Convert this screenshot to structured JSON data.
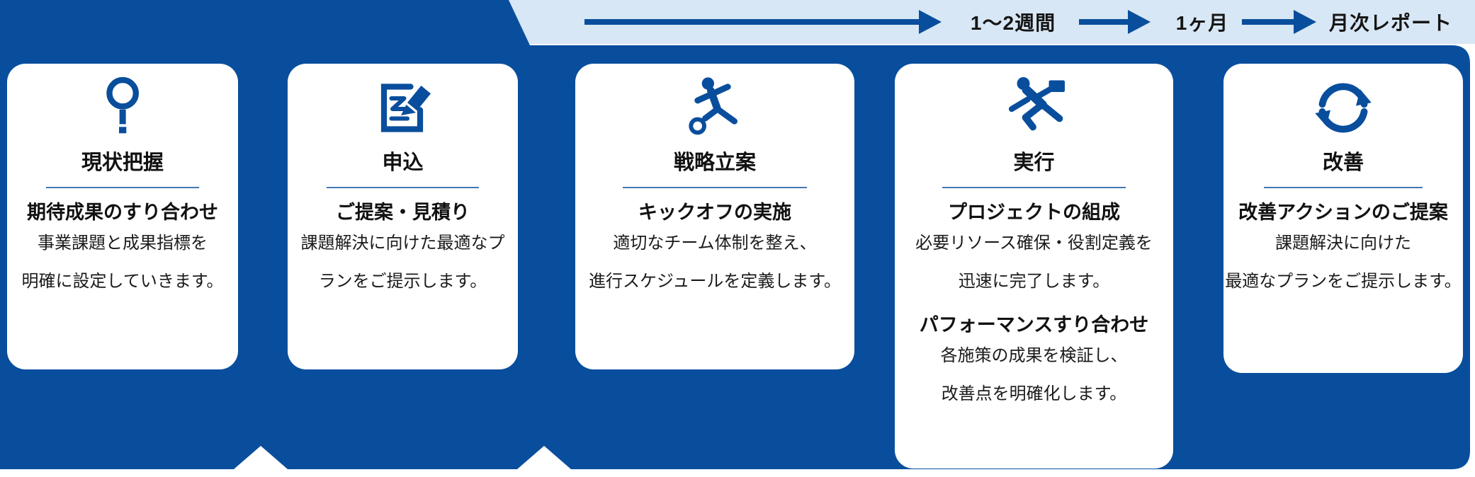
{
  "colors": {
    "primary": "#094e9d",
    "band": "#d8e7f5",
    "card_bg": "#ffffff",
    "divider": "#4377b5",
    "text": "#1b1b1b"
  },
  "timeline": {
    "labels": [
      "1〜2週間",
      "1ヶ月",
      "月次レポート"
    ]
  },
  "steps": [
    {
      "title": "現状把握",
      "icon": "magnifier-icon",
      "sections": [
        {
          "heading": "期待成果のすり合わせ",
          "lines": [
            "事業課題と成果指標を",
            "明確に設定していきます。"
          ]
        }
      ]
    },
    {
      "title": "申込",
      "icon": "edit-document-icon",
      "sections": [
        {
          "heading": "ご提案・見積り",
          "lines": [
            "課題解決に向けた最適なプ",
            "ランをご提示します。"
          ]
        }
      ]
    },
    {
      "title": "戦略立案",
      "icon": "soccer-player-icon",
      "sections": [
        {
          "heading": "キックオフの実施",
          "lines": [
            "適切なチーム体制を整え、",
            "進行スケジュールを定義します。"
          ]
        }
      ]
    },
    {
      "title": "実行",
      "icon": "running-businessman-icon",
      "sections": [
        {
          "heading": "プロジェクトの組成",
          "lines": [
            "必要リソース確保・役割定義を",
            "迅速に完了します。"
          ]
        },
        {
          "heading": "パフォーマンスすり合わせ",
          "lines": [
            "各施策の成果を検証し、",
            "改善点を明確化します。"
          ]
        }
      ]
    },
    {
      "title": "改善",
      "icon": "cycle-arrows-icon",
      "sections": [
        {
          "heading": "改善アクションのご提案",
          "lines": [
            "課題解決に向けた",
            "最適なプランをご提示します。"
          ]
        }
      ]
    }
  ]
}
